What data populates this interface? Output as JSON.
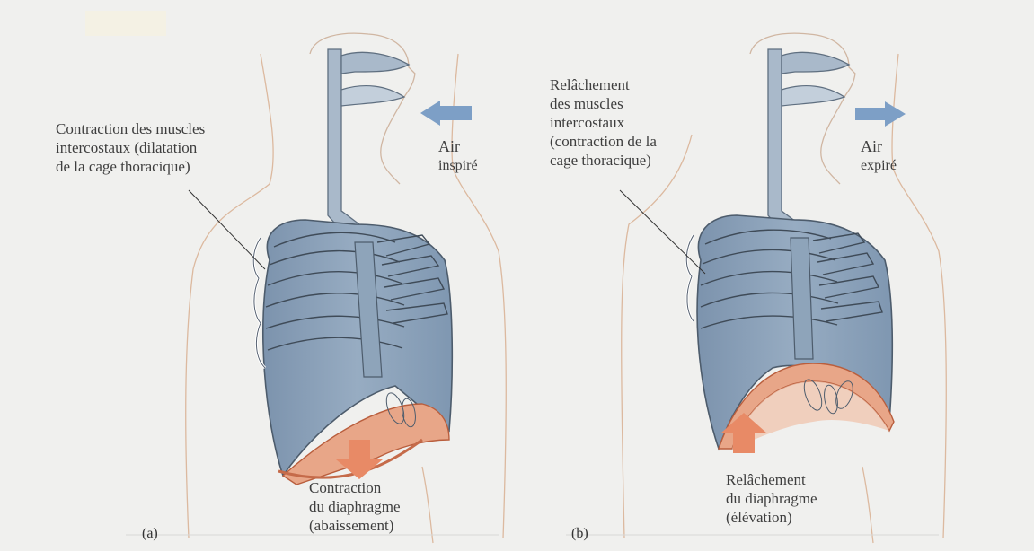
{
  "panel_a": {
    "tag": "(a)",
    "muscles_label": {
      "line1": "Contraction des muscles",
      "line2": "intercostaux (dilatation",
      "line3": "de la cage thoracique)"
    },
    "air_label": {
      "line1": "Air",
      "line2": "inspiré"
    },
    "diaphragm_label": {
      "line1": "Contraction",
      "line2": "du diaphragme",
      "line3": "(abaissement)"
    },
    "air_arrow_direction": "left",
    "diaphragm_arrow_direction": "down"
  },
  "panel_b": {
    "tag": "(b)",
    "muscles_label": {
      "line1": "Relâchement",
      "line2": "des muscles",
      "line3": "intercostaux",
      "line4": "(contraction de la",
      "line5": "cage thoracique)"
    },
    "air_label": {
      "line1": "Air",
      "line2": "expiré"
    },
    "diaphragm_label": {
      "line1": "Relâchement",
      "line2": "du diaphragme",
      "line3": "(élévation)"
    },
    "air_arrow_direction": "right",
    "diaphragm_arrow_direction": "up"
  },
  "colors": {
    "lung": "#8aa0b8",
    "lung_dark": "#6f8aa5",
    "diaphragm": "#e9a585",
    "diaphragm_edge": "#c96a48",
    "air_arrow": "#7d9fc6",
    "diaphragm_arrow": "#e88a66",
    "body_outline": "#d9b497",
    "airway": "#9fb2c6"
  }
}
